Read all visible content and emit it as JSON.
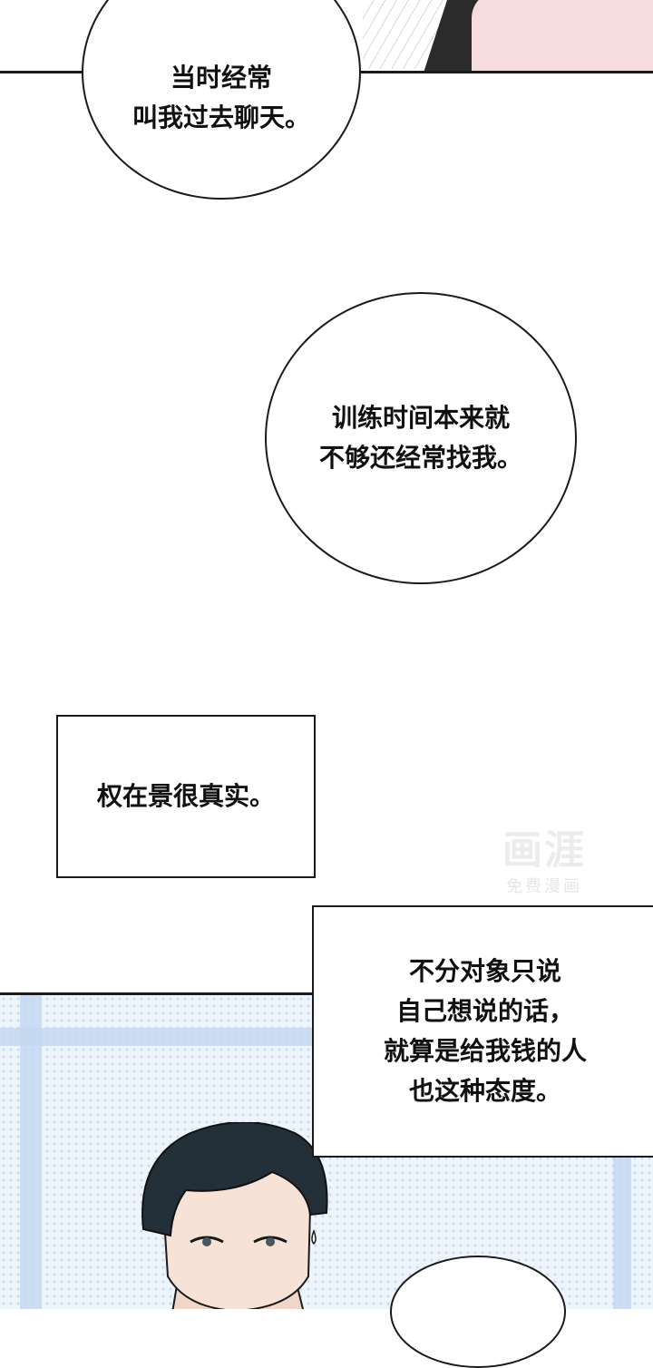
{
  "bubbles": {
    "first": "当时经常\n叫我过去聊天。",
    "second": "训练时间本来就\n不够还经常找我。"
  },
  "boxes": {
    "first": "权在景很真实。",
    "second": "不分对象只说\n自己想说的话，\n就算是给我钱的人\n也这种态度。"
  },
  "watermark": {
    "logo": "画涯",
    "caption": "免费漫画"
  },
  "colors": {
    "ink": "#1a1a1a",
    "screentone": "#c9dcf2",
    "skin": "#f6dcdc",
    "hair": "#2b2b2b"
  }
}
